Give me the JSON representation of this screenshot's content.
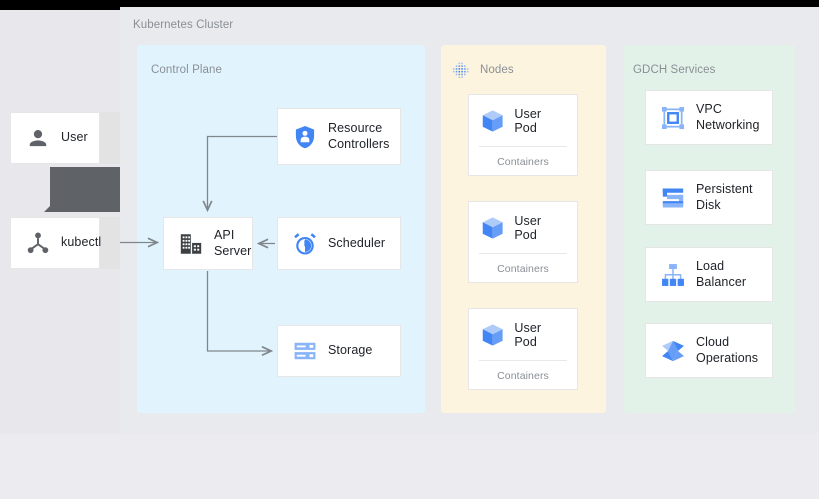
{
  "diagram": {
    "title": "Kubernetes Cluster",
    "colors": {
      "page_background": "#e8eaed",
      "control_plane": "#e1f4fd",
      "nodes": "#fdf4e0",
      "gdch_services": "#e2f2e9",
      "accent_blue": "#4285f4",
      "light_blue": "#8ab4f8",
      "icon_gray": "#5f6368",
      "connector_gray": "#80868b",
      "tooltip": "#5f6368"
    }
  },
  "external": {
    "items": [
      {
        "label": "User",
        "icon": "person-icon"
      },
      {
        "label": "kubectl",
        "icon": "kubectl-fork-icon"
      }
    ]
  },
  "tooltip": {
    "text": ""
  },
  "control_plane": {
    "title": "Control Plane",
    "cards": [
      {
        "label": "Resource Controllers",
        "icon": "shield-person-icon"
      },
      {
        "label": "API Server",
        "icon": "api-server-building-icon"
      },
      {
        "label": "Scheduler",
        "icon": "alarm-clock-icon"
      },
      {
        "label": "Storage",
        "icon": "storage-rack-icon"
      }
    ]
  },
  "nodes": {
    "title": "Nodes",
    "icon": "nodes-dot-grid-icon",
    "pods": [
      {
        "label": "User Pod",
        "sublabel": "Containers",
        "icon": "cube-icon"
      },
      {
        "label": "User Pod",
        "sublabel": "Containers",
        "icon": "cube-icon"
      },
      {
        "label": "User Pod",
        "sublabel": "Containers",
        "icon": "cube-icon"
      }
    ]
  },
  "gdch_services": {
    "title": "GDCH Services",
    "cards": [
      {
        "label": "VPC Networking",
        "icon": "vpc-networking-icon"
      },
      {
        "label": "Persistent Disk",
        "icon": "persistent-disk-icon"
      },
      {
        "label": "Load Balancer",
        "icon": "load-balancer-icon"
      },
      {
        "label": "Cloud Operations",
        "icon": "cloud-operations-cube-icon"
      }
    ]
  },
  "connectors": [
    {
      "from": "kubectl",
      "to": "API Server",
      "style": "arrow-right"
    },
    {
      "from": "Resource Controllers",
      "to": "API Server",
      "style": "elbow-arrow-down"
    },
    {
      "from": "Scheduler",
      "to": "API Server",
      "style": "arrow-left"
    },
    {
      "from": "API Server",
      "to": "Storage",
      "style": "elbow-arrow-right"
    }
  ]
}
